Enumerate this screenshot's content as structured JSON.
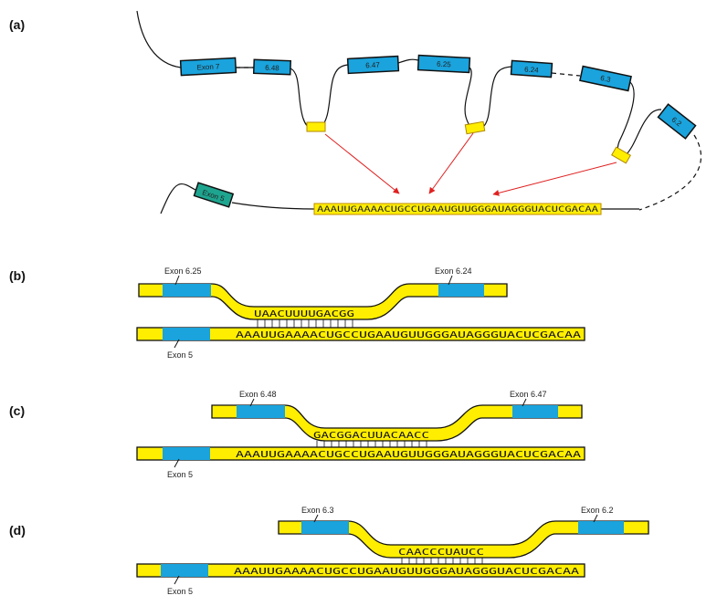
{
  "panels": {
    "a": {
      "label": "(a)",
      "upstream_exons": [
        "Exon 7",
        "6.48",
        "6.47",
        "6.25",
        "6.24",
        "6.3",
        "6.2"
      ],
      "downstream_exon": "Exon 5",
      "docking_site": "AAAUUGAAAACUGCCUGAAUGUUGGGAUAGGGUACUCGACAA"
    },
    "b": {
      "label": "(b)",
      "left_exon": "Exon 6.25",
      "right_exon": "Exon 6.24",
      "selector": "UAACUUUUGACGG",
      "bottom_exon": "Exon 5",
      "docking_site": "AAAUUGAAAACUGCCUGAAUGUUGGGAUAGGGUACUCGACAA"
    },
    "c": {
      "label": "(c)",
      "left_exon": "Exon 6.48",
      "right_exon": "Exon 6.47",
      "selector": "GACGGACUUACAACC",
      "bottom_exon": "Exon 5",
      "docking_site": "AAAUUGAAAACUGCCUGAAUGUUGGGAUAGGGUACUCGACAA"
    },
    "d": {
      "label": "(d)",
      "left_exon": "Exon 6.3",
      "right_exon": "Exon 6.2",
      "selector": "CAACCCUAUCC",
      "bottom_exon": "Exon 5",
      "docking_site": "AAAUUGAAAACUGCCUGAAUGUUGGGAUAGGGUACUCGACAA"
    }
  },
  "colors": {
    "exon": "#1aa3dc",
    "exon5_a": "#1ea58f",
    "rna": "#ffee00",
    "arrow": "#e02020",
    "outline": "#111111"
  }
}
